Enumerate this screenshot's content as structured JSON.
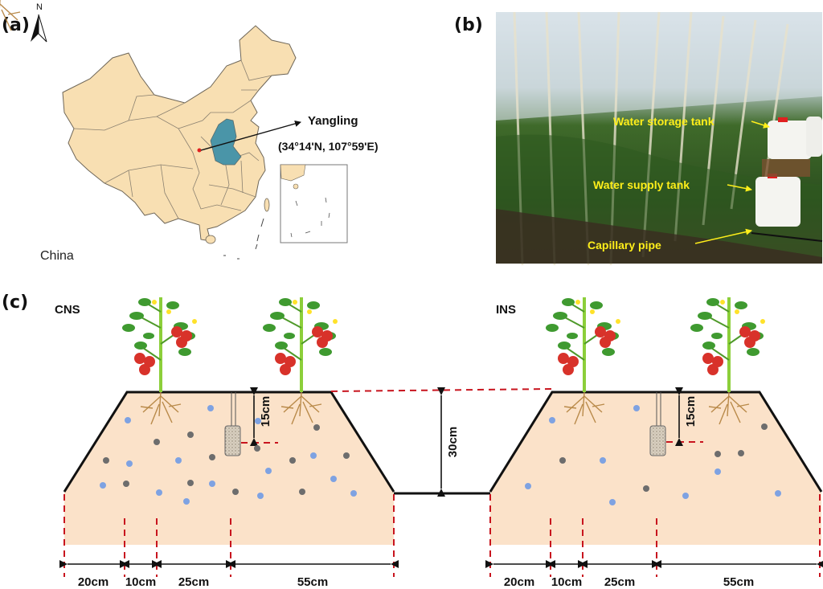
{
  "panel_a": {
    "label": "(a)",
    "north_label": "N",
    "site_name": "Yangling",
    "site_coords": "(34°14'N, 107°59'E)",
    "country": "China"
  },
  "panel_b": {
    "label": "(b)",
    "annotations": [
      "Water storage tank",
      "Water supply tank",
      "Capillary pipe"
    ]
  },
  "panel_c": {
    "label": "(c)",
    "systems": [
      "CNS",
      "INS"
    ],
    "sensor_depth": "15cm",
    "bed_height": "30cm",
    "widths": [
      "20cm",
      "10cm",
      "25cm",
      "55cm"
    ]
  },
  "colors": {
    "map_fill": "#f8dfb2",
    "shaanxi": "#4a95a8",
    "soil": "#fbe2c9",
    "dash_red": "#c8141e",
    "blue_dot": "#7ea2e2",
    "gray_dot": "#6d6d6d"
  }
}
